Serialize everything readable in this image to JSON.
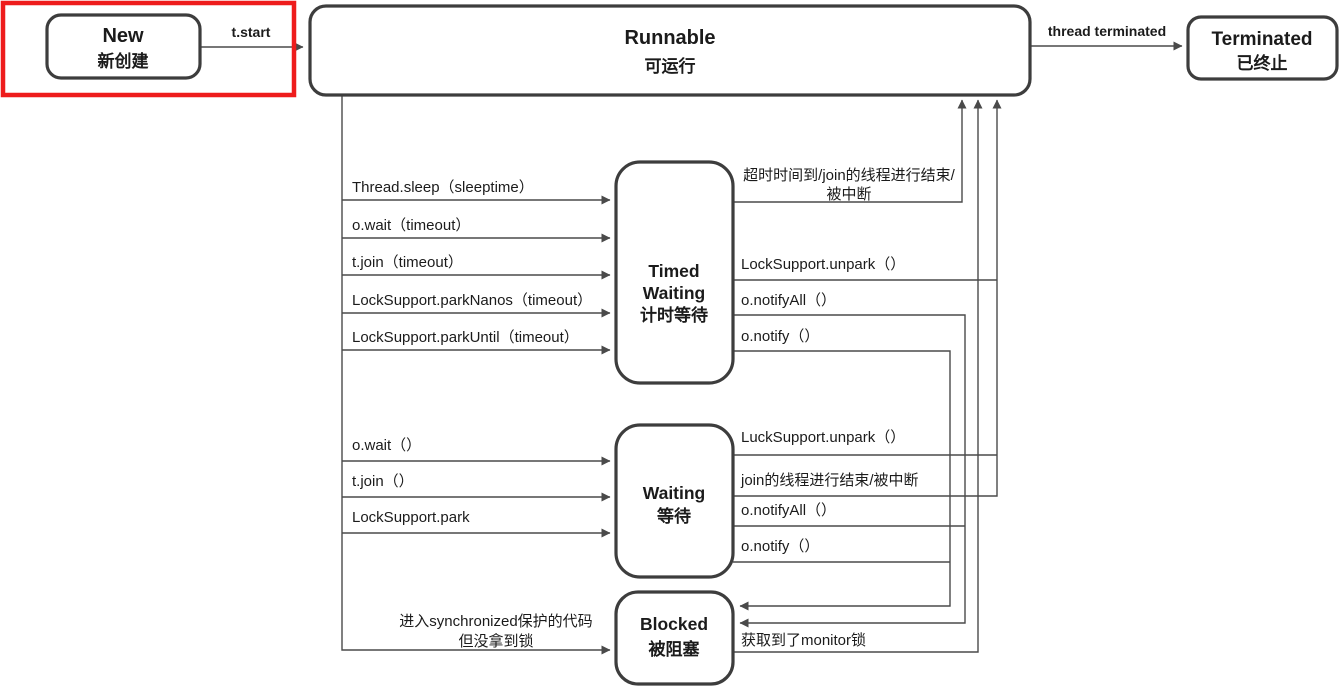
{
  "colors": {
    "background": "#ffffff",
    "line": "#4a4a4a",
    "box_border": "#3d3d3d",
    "text": "#1b1b1b",
    "highlight": "#ee1c1c"
  },
  "nodes": {
    "new": {
      "name": "New",
      "zh": "新创建"
    },
    "runnable": {
      "name": "Runnable",
      "zh": "可运行"
    },
    "terminated": {
      "name": "Terminated",
      "zh": "已终止"
    },
    "timed_waiting": {
      "line1": "Timed",
      "line2": "Waiting",
      "zh": "计时等待"
    },
    "waiting": {
      "name": "Waiting",
      "zh": "等待"
    },
    "blocked": {
      "name": "Blocked",
      "zh": "被阻塞"
    }
  },
  "edges": {
    "new_to_runnable": "t.start",
    "runnable_to_terminated": "thread terminated",
    "runnable_to_timed_waiting": [
      "Thread.sleep（sleeptime）",
      "o.wait（timeout）",
      "t.join（timeout）",
      "LockSupport.parkNanos（timeout）",
      "LockSupport.parkUntil（timeout）"
    ],
    "timed_waiting_to_runnable": {
      "timeout_line1": "超时时间到/join的线程进行结束/",
      "timeout_line2": "被中断",
      "unpark": "LockSupport.unpark（）"
    },
    "timed_waiting_to_blocked": {
      "notify_all": "o.notifyAll（）",
      "notify": "o.notify（）"
    },
    "runnable_to_waiting": [
      "o.wait（）",
      "t.join（）",
      "LockSupport.park"
    ],
    "waiting_to_runnable": {
      "unpark": "LuckSupport.unpark（）",
      "join_end": "join的线程进行结束/被中断"
    },
    "waiting_to_blocked": {
      "notify_all": "o.notifyAll（）",
      "notify": "o.notify（）"
    },
    "runnable_to_blocked": {
      "line1": "进入synchronized保护的代码",
      "line2": "但没拿到锁"
    },
    "blocked_to_runnable": "获取到了monitor锁"
  }
}
